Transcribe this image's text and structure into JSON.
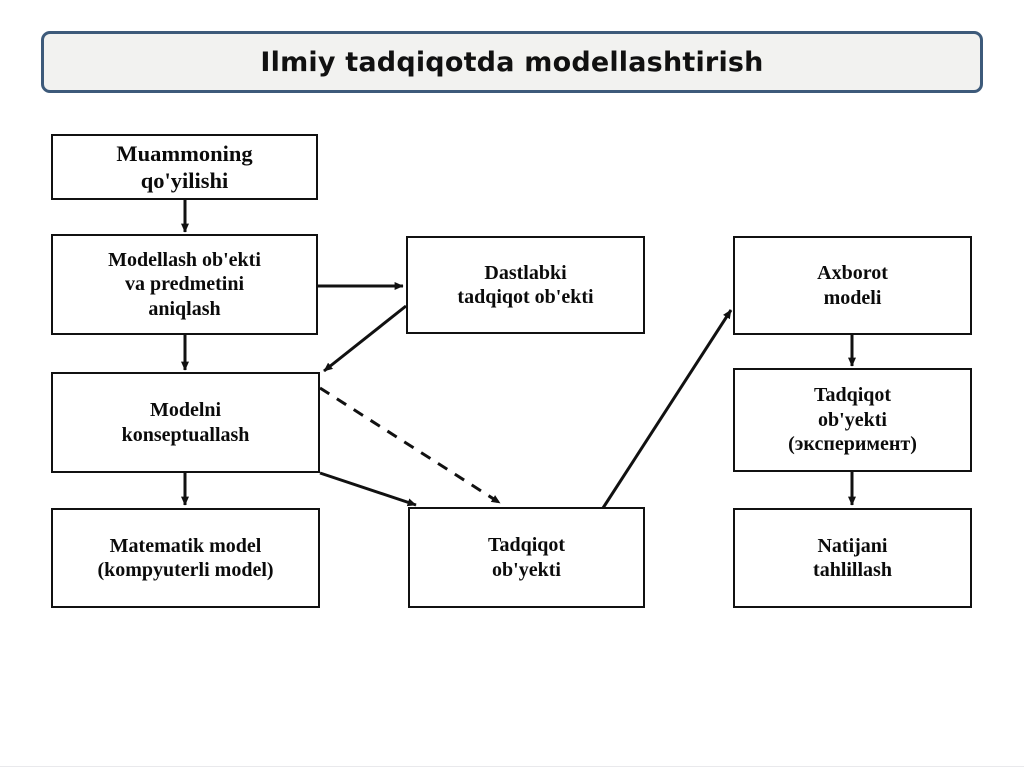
{
  "title": {
    "text": "Ilmiy tadqiqotda modellashtirish",
    "fill_color": "#f2f2f0",
    "border_color": "#3d5a7a"
  },
  "diagram": {
    "type": "flowchart",
    "line_color": "#111111",
    "box_fill": "#ffffff",
    "nodes": [
      {
        "id": "muammoning",
        "label": "Muammoning\nqo'yilishi"
      },
      {
        "id": "modellash",
        "label": "Modellash ob'ekti\nva predmetini\naniqlash"
      },
      {
        "id": "dastlabki",
        "label": "Dastlabki\ntadqiqot ob'ekti"
      },
      {
        "id": "axborot",
        "label": "Axborot\nmodeli"
      },
      {
        "id": "modelni",
        "label": "Modelni\nkonseptuallash"
      },
      {
        "id": "tadqiqot-eksp",
        "label": "Tadqiqot\nob'yekti\n(эксперимент)"
      },
      {
        "id": "matematik",
        "label": "Matematik model\n(kompyuterli model)"
      },
      {
        "id": "tadqiqot-obyekt",
        "label": "Tadqiqot\nob'yekti"
      },
      {
        "id": "natijani",
        "label": "Natijani\ntahlillash"
      }
    ],
    "edges": [
      {
        "from": "muammoning",
        "to": "modellash",
        "style": "solid"
      },
      {
        "from": "modellash",
        "to": "dastlabki",
        "style": "solid"
      },
      {
        "from": "modellash",
        "to": "modelni",
        "style": "solid"
      },
      {
        "from": "dastlabki",
        "to": "modelni",
        "style": "solid"
      },
      {
        "from": "modelni",
        "to": "matematik",
        "style": "solid"
      },
      {
        "from": "modelni",
        "to": "tadqiqot-obyekt",
        "style": "solid"
      },
      {
        "from": "modelni",
        "to": "tadqiqot-obyekt",
        "style": "dashed"
      },
      {
        "from": "tadqiqot-obyekt",
        "to": "axborot",
        "style": "solid"
      },
      {
        "from": "axborot",
        "to": "tadqiqot-eksp",
        "style": "solid"
      },
      {
        "from": "tadqiqot-eksp",
        "to": "natijani",
        "style": "solid"
      }
    ]
  }
}
